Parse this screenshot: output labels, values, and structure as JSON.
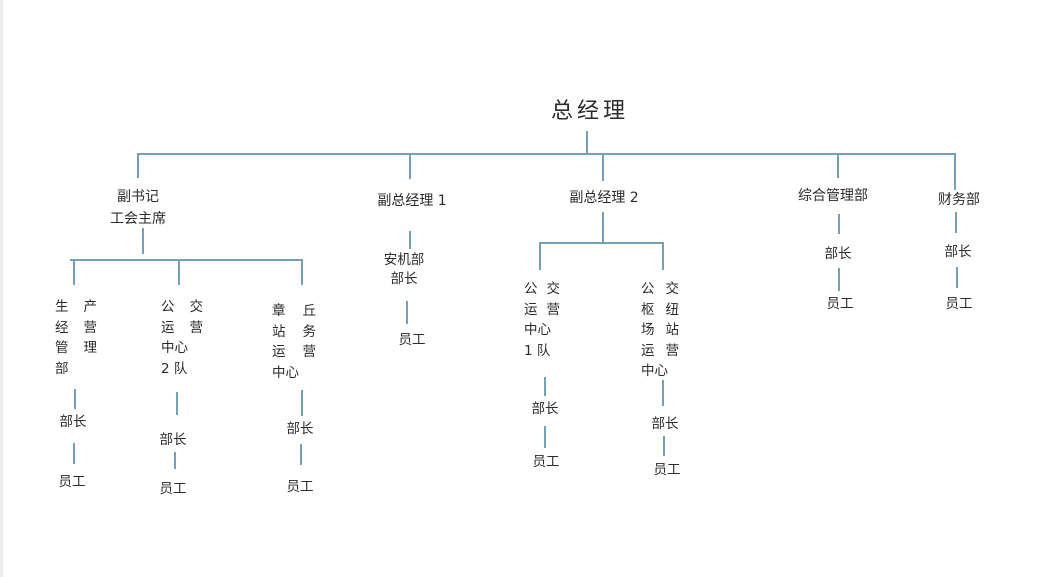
{
  "colors": {
    "line": "#74a0b5",
    "text": "#2b2b2b",
    "background": "#ffffff"
  },
  "chart": {
    "root": {
      "label": "总经理"
    },
    "branch_deputy_secretary": {
      "label_line1": "副书记",
      "label_line2": "工会主席",
      "child_production": {
        "lines": [
          "生 产",
          "经 营",
          "管 理",
          "部"
        ],
        "head": "部长",
        "staff": "员工"
      },
      "child_bus_team2": {
        "lines": [
          "公 交",
          "运 营",
          "中心",
          "2 队"
        ],
        "head": "部长",
        "staff": "员工"
      },
      "child_zhangqiu": {
        "lines": [
          "章 丘",
          "站 务",
          "运 营",
          "中心"
        ],
        "head": "部长",
        "staff": "员工"
      }
    },
    "branch_deputy_gm1": {
      "label": "副总经理 1",
      "dept_line1": "安机部",
      "dept_line2": "部长",
      "staff": "员工"
    },
    "branch_deputy_gm2": {
      "label": "副总经理 2",
      "child_bus_team1": {
        "lines": [
          "公 交",
          "运 营",
          "中心",
          "1 队"
        ],
        "head": "部长",
        "staff": "员工"
      },
      "child_hub_station": {
        "lines": [
          "公 交",
          "枢 纽",
          "场 站",
          "运 营",
          "中心"
        ],
        "head": "部长",
        "staff": "员工"
      }
    },
    "branch_general_admin": {
      "label": "综合管理部",
      "head": "部长",
      "staff": "员工"
    },
    "branch_finance": {
      "label": "财务部",
      "head": "部长",
      "staff": "员工"
    }
  }
}
